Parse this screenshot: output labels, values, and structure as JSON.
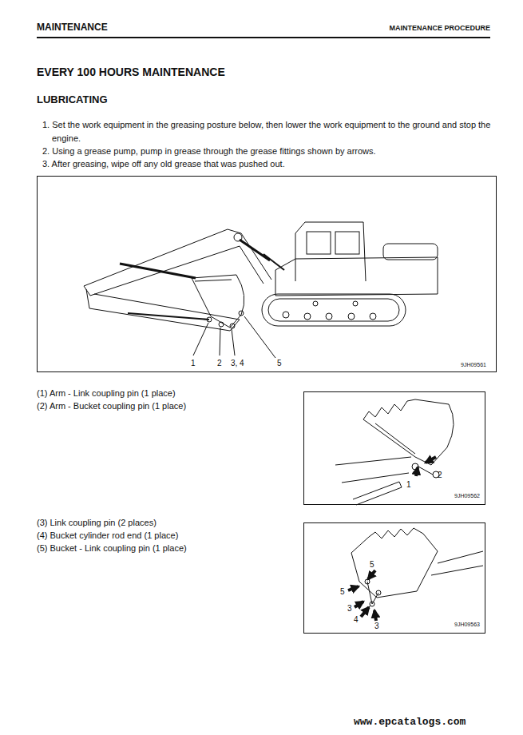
{
  "diagram": {
    "title": "EVERY 100 HOURS MAINTENANCE",
    "nodes": [
      {
        "text": [
          "1",
          "2",
          "3, 4",
          "5",
          "9JH09561"
        ]
      },
      {
        "text": [
          "2",
          "1",
          "9JH09562"
        ]
      },
      {
        "text": [
          "5",
          "5",
          "3",
          "4",
          "3",
          "9JH09563"
        ]
      }
    ],
    "labels": [
      "MAINTENANCE",
      "MAINTENANCE PROCEDURE",
      "LUBRICATING",
      "1. Set the work equipment in the greasing posture below, then lower the work equipment to the ground and stop the engine.",
      "2. Using a grease pump, pump in grease through the grease fittings shown by arrows.",
      "3. After greasing, wipe off any old grease that was pushed out.",
      "(1) Arm - Link coupling pin (1 place)",
      "(2) Arm - Bucket coupling pin (1 place)",
      "(3) Link coupling pin (2 places)",
      "(4) Bucket cylinder rod end (1 place)",
      "(5) Bucket - Link coupling pin (1 place)",
      "www.epcatalogs.com"
    ]
  }
}
